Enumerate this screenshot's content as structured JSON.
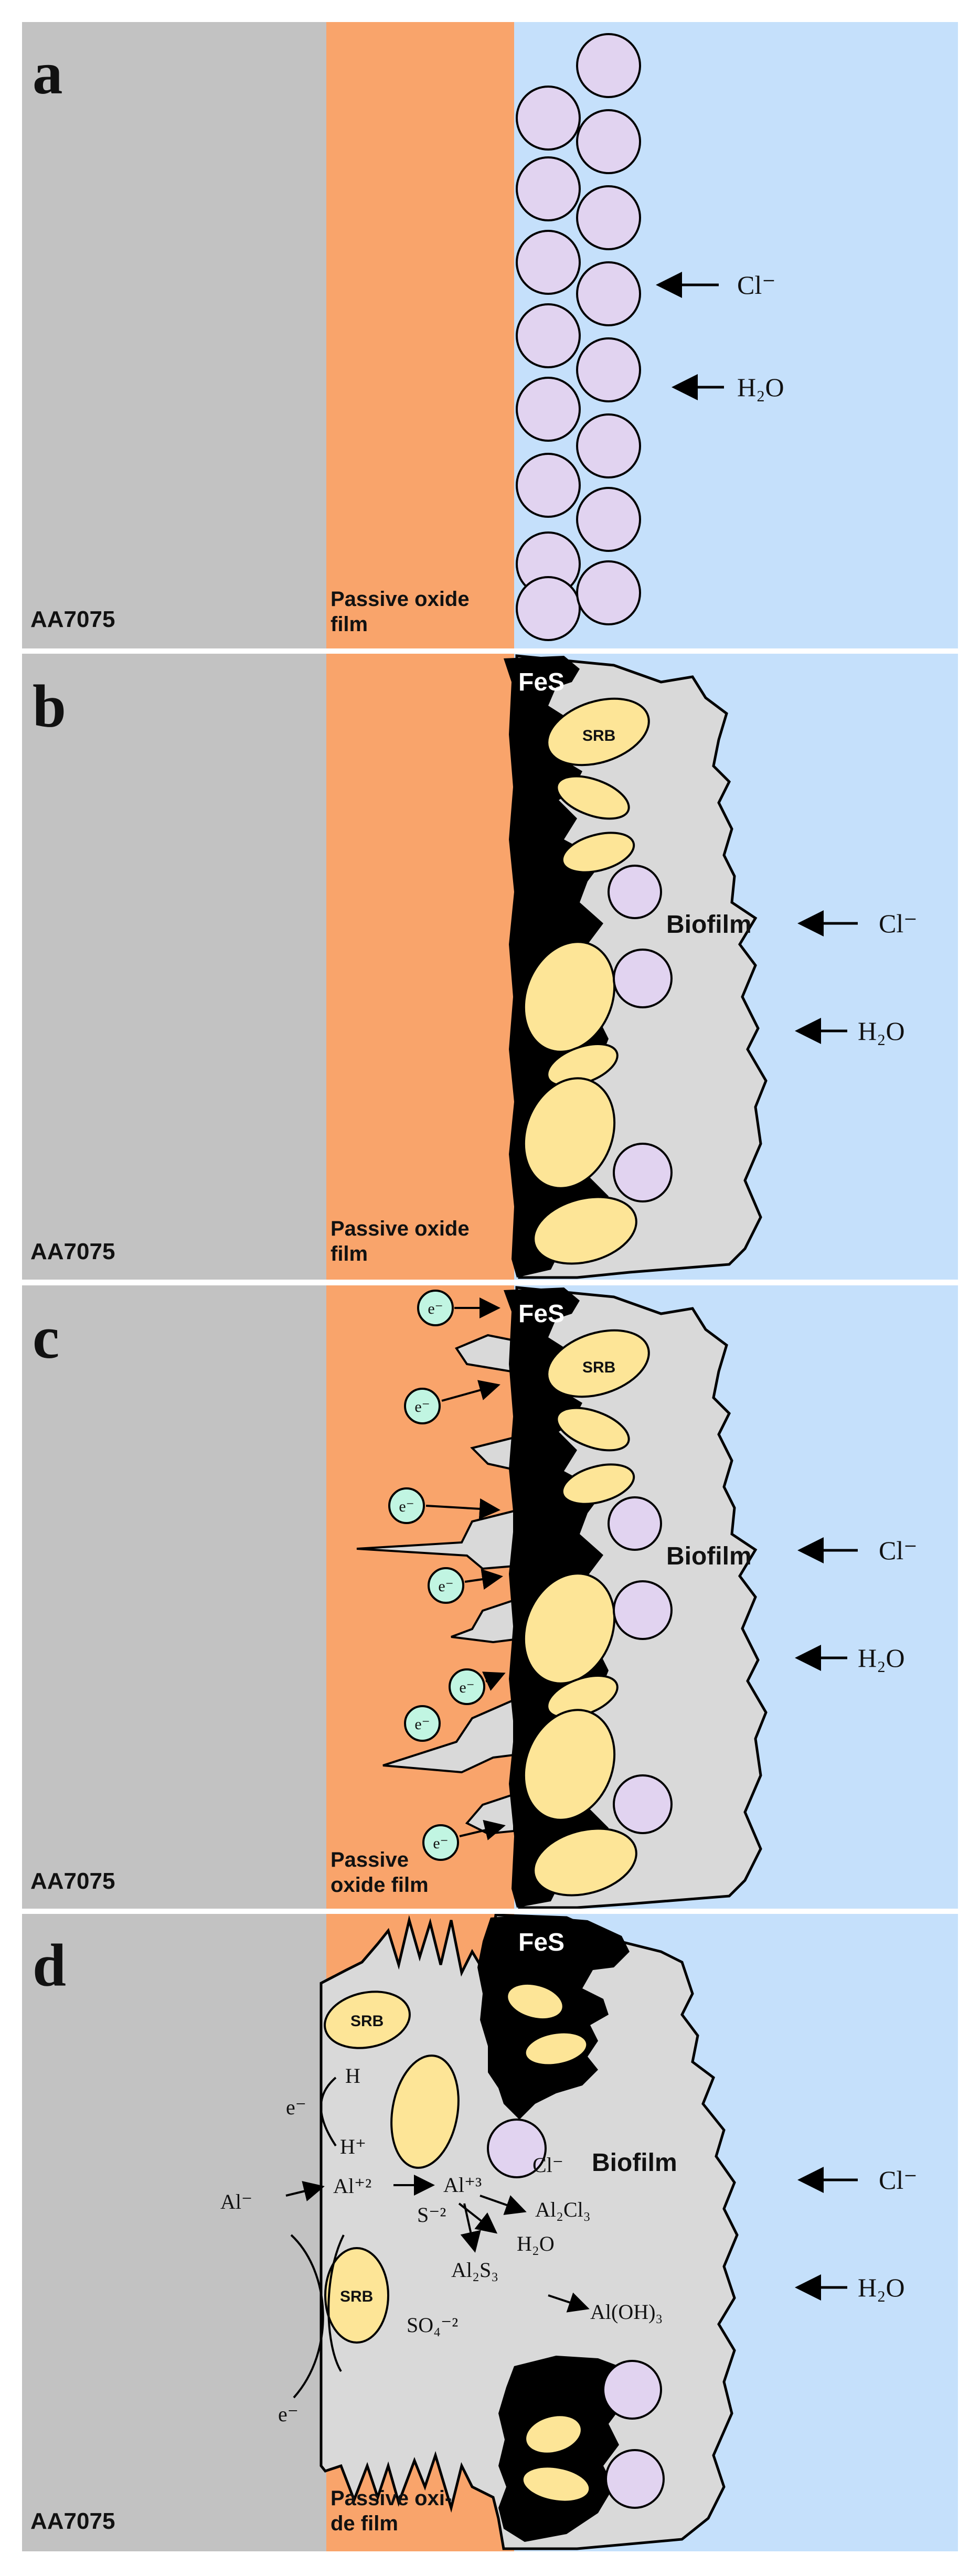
{
  "figure": {
    "panels": [
      {
        "letter": "a",
        "substrate": "AA7075",
        "film": [
          "Passive oxide",
          "film"
        ],
        "ions": [
          "Cl⁻",
          "H₂O"
        ]
      },
      {
        "letter": "b",
        "substrate": "AA7075",
        "film": [
          "Passive oxide",
          "film"
        ],
        "fes": "FeS",
        "srb": "SRB",
        "biofilm": "Biofilm",
        "ions": [
          "Cl⁻",
          "H₂O"
        ]
      },
      {
        "letter": "c",
        "substrate": "AA7075",
        "film": [
          "Passive",
          "oxide film"
        ],
        "fes": "FeS",
        "srb": "SRB",
        "biofilm": "Biofilm",
        "electron": "e⁻",
        "ions": [
          "Cl⁻",
          "H₂O"
        ]
      },
      {
        "letter": "d",
        "substrate": "AA7075",
        "film": [
          "Passive oxi-",
          "de film"
        ],
        "fes": "FeS",
        "srb": "SRB",
        "biofilm": "Biofilm",
        "ions": [
          "Cl⁻",
          "H₂O"
        ]
      }
    ],
    "reaction": {
      "al_minus": "Al⁻",
      "al2": "Al⁺²",
      "al3": "Al⁺³",
      "e_top": "e⁻",
      "e_bottom": "e⁻",
      "h": "H",
      "h_plus": "H⁺",
      "cl": "Cl⁻",
      "al2cl3": "Al₂Cl₃",
      "s2": "S⁻²",
      "h2o": "H₂O",
      "al2s3": "Al₂S₃",
      "aloh3": "Al(OH)₃",
      "so4": "SO₄⁻²"
    },
    "colors": {
      "metal": "#c2c2c2",
      "oxide": "#f9a46b",
      "water": "#c5e0fb",
      "biofilm": "#d9d9d9",
      "srb": "#fde597",
      "ion_ball": "#e1d3f0",
      "electron": "#c1f5e2",
      "fes": "#000000"
    }
  }
}
